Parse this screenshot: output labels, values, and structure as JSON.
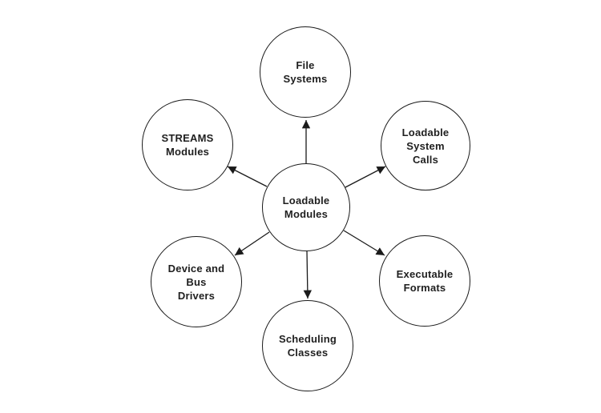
{
  "colors": {
    "background": "#ffffff",
    "stroke": "#1a1a1a",
    "text": "#1f1f1f"
  },
  "nodes": {
    "center": {
      "label": "Loadable\nModules"
    },
    "top": {
      "label": "File\nSystems"
    },
    "top_right": {
      "label": "Loadable\nSystem\nCalls"
    },
    "top_left": {
      "label": "STREAMS\nModules"
    },
    "bottom_left": {
      "label": "Device and\nBus\nDrivers"
    },
    "bottom_right": {
      "label": "Executable\nFormats"
    },
    "bottom": {
      "label": "Scheduling\nClasses"
    }
  },
  "edges": [
    {
      "from": "Loadable Modules",
      "to": "File Systems"
    },
    {
      "from": "Loadable Modules",
      "to": "Loadable System Calls"
    },
    {
      "from": "Loadable Modules",
      "to": "STREAMS Modules"
    },
    {
      "from": "Loadable Modules",
      "to": "Device and Bus Drivers"
    },
    {
      "from": "Loadable Modules",
      "to": "Executable Formats"
    },
    {
      "from": "Loadable Modules",
      "to": "Scheduling Classes"
    }
  ]
}
